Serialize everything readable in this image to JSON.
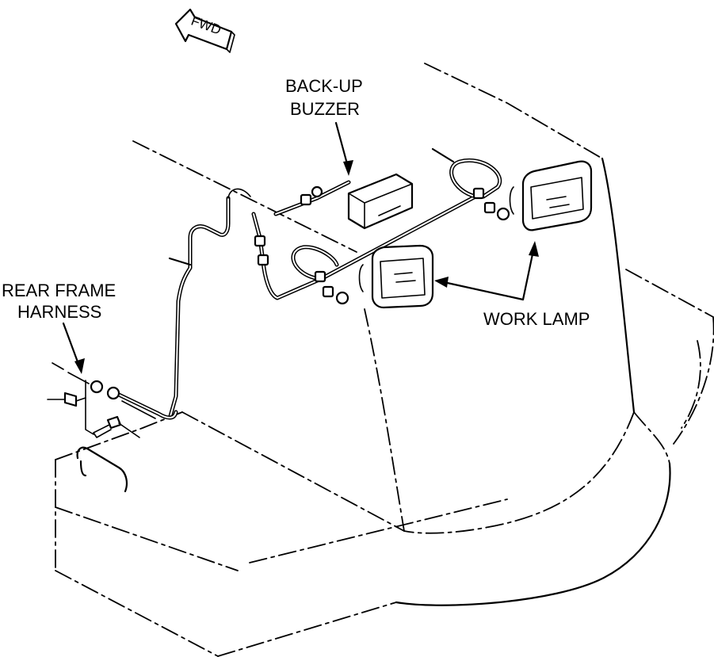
{
  "direction_indicator": "FWD",
  "labels": {
    "backup_buzzer_line1": "BACK-UP",
    "backup_buzzer_line2": "BUZZER",
    "rear_frame_harness_line1": "REAR FRAME",
    "rear_frame_harness_line2": "HARNESS",
    "work_lamp": "WORK LAMP"
  }
}
